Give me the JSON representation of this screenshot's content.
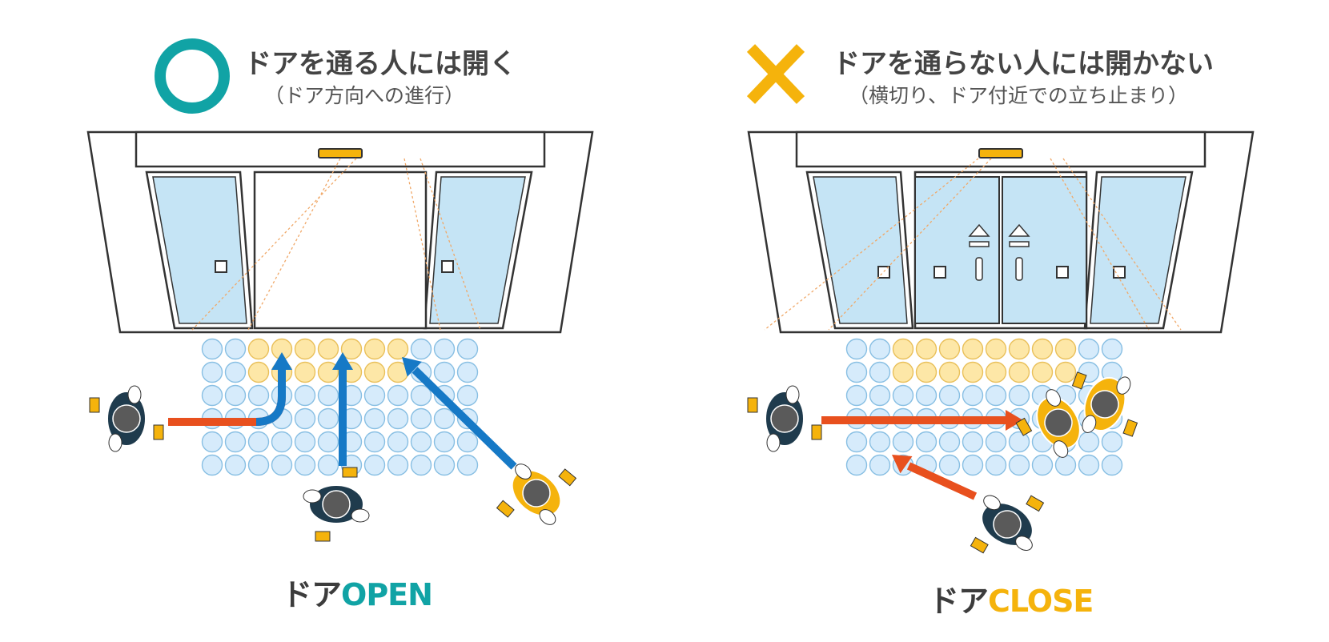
{
  "left": {
    "mark": "circle-ok",
    "heading": "ドアを通る人には開く",
    "subheading": "（ドア方向への進行）",
    "caption_prefix": "ドア",
    "caption_state": "OPEN",
    "colors": {
      "mark": "#11a3a5",
      "state": "#11a3a5",
      "arrow": "#1679c6",
      "side_arrow": "#e8501e"
    }
  },
  "right": {
    "mark": "cross-ng",
    "heading": "ドアを通らない人には開かない",
    "subheading": "（横切り、ドア付近での立ち止まり）",
    "caption_prefix": "ドア",
    "caption_state": "CLOSE",
    "colors": {
      "mark": "#f5b30c",
      "state": "#f5b30c",
      "arrow": "#e8501e"
    }
  },
  "colors": {
    "glass": "#c5e4f5",
    "frame": "#333333",
    "sensor": "#f5b30c",
    "floor_dot": "#d6ebfb",
    "floor_dot_stroke": "#88bfe3",
    "active_dot": "#fde7a7",
    "active_dot_stroke": "#e9c05a",
    "person": "#1f3b4d",
    "head": "#5a5a5a",
    "person_active": "#f5b30c"
  }
}
